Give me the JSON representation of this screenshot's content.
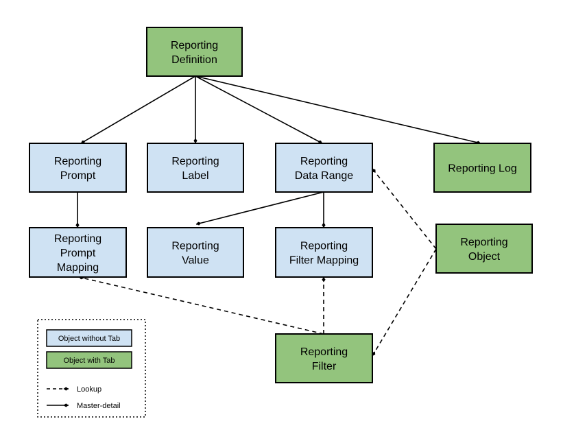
{
  "colors": {
    "object_without_tab": "#cfe2f3",
    "object_with_tab": "#93c47d",
    "border": "#000000"
  },
  "nodes": {
    "reporting_definition": {
      "lines": [
        "Reporting",
        "Definition"
      ],
      "kind": "object_with_tab"
    },
    "reporting_prompt": {
      "lines": [
        "Reporting",
        "Prompt"
      ],
      "kind": "object_without_tab"
    },
    "reporting_label": {
      "lines": [
        "Reporting",
        "Label"
      ],
      "kind": "object_without_tab"
    },
    "reporting_data_range": {
      "lines": [
        "Reporting",
        "Data Range"
      ],
      "kind": "object_without_tab"
    },
    "reporting_log": {
      "lines": [
        "Reporting Log"
      ],
      "kind": "object_with_tab"
    },
    "reporting_prompt_mapping": {
      "lines": [
        "Reporting",
        "Prompt",
        "Mapping"
      ],
      "kind": "object_without_tab"
    },
    "reporting_value": {
      "lines": [
        "Reporting",
        "Value"
      ],
      "kind": "object_without_tab"
    },
    "reporting_filter_mapping": {
      "lines": [
        "Reporting",
        "Filter Mapping"
      ],
      "kind": "object_without_tab"
    },
    "reporting_object": {
      "lines": [
        "Reporting",
        "Object"
      ],
      "kind": "object_with_tab"
    },
    "reporting_filter": {
      "lines": [
        "Reporting",
        "Filter"
      ],
      "kind": "object_with_tab"
    }
  },
  "edges": [
    {
      "from": "reporting_definition",
      "to": "reporting_prompt",
      "type": "master-detail"
    },
    {
      "from": "reporting_definition",
      "to": "reporting_label",
      "type": "master-detail"
    },
    {
      "from": "reporting_definition",
      "to": "reporting_data_range",
      "type": "master-detail"
    },
    {
      "from": "reporting_definition",
      "to": "reporting_log",
      "type": "master-detail"
    },
    {
      "from": "reporting_prompt",
      "to": "reporting_prompt_mapping",
      "type": "master-detail"
    },
    {
      "from": "reporting_data_range",
      "to": "reporting_value",
      "type": "master-detail"
    },
    {
      "from": "reporting_data_range",
      "to": "reporting_filter_mapping",
      "type": "master-detail"
    },
    {
      "from": "reporting_filter",
      "to": "reporting_filter_mapping",
      "type": "lookup"
    },
    {
      "from": "reporting_filter",
      "to": "reporting_prompt_mapping",
      "type": "lookup"
    },
    {
      "from": "reporting_object",
      "to": "reporting_data_range",
      "type": "lookup"
    },
    {
      "from": "reporting_object",
      "to": "reporting_filter",
      "type": "lookup"
    }
  ],
  "legend": {
    "object_without_tab": "Object without Tab",
    "object_with_tab": "Object with Tab",
    "lookup": "Lookup",
    "master_detail": "Master-detail"
  }
}
